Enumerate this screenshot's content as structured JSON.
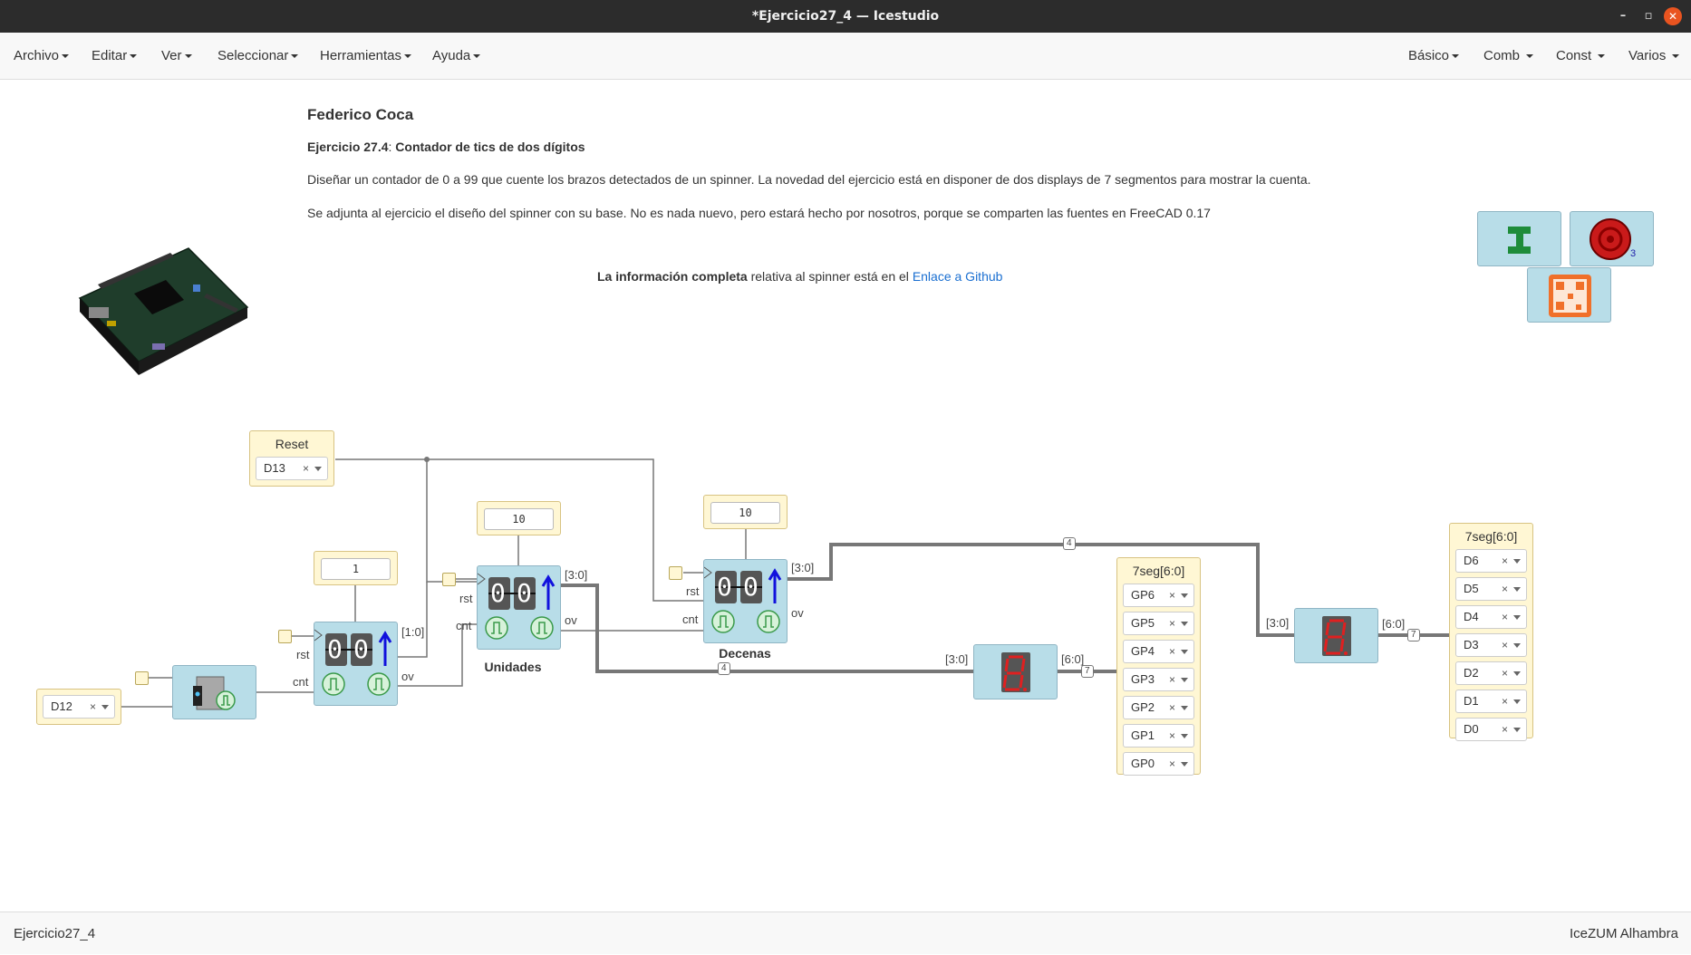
{
  "window": {
    "title": "*Ejercicio27_4 — Icestudio",
    "minimize_glyph": "–",
    "maximize_glyph": "▫",
    "close_glyph": "✕"
  },
  "menu": {
    "left": [
      "Archivo",
      "Editar",
      "Ver",
      "Seleccionar",
      "Herramientas",
      "Ayuda"
    ],
    "right": [
      "Básico",
      "Comb",
      "Const",
      "Varios"
    ]
  },
  "info": {
    "author": "Federico Coca",
    "exercise_bold": "Ejercicio 27.4",
    "exercise_sep": ": ",
    "exercise_title": "Contador de tics de dos dígitos",
    "para1": "Diseñar un contador de 0 a 99 que cuente los brazos detectados de un spinner. La novedad del ejercicio está en disponer de dos displays de 7 segmentos para mostrar la cuenta.",
    "para2": "Se adjunta al ejercicio el diseño del spinner con su base. No es nada nuevo, pero estará hecho por nosotros, porque se comparten las fuentes en FreeCAD 0.17",
    "line3_bold": "La información completa",
    "line3_text": " relativa al spinner está en el ",
    "line3_link": "Enlace a Github"
  },
  "badges": {
    "collection_count": "3",
    "icons": [
      "logo-icon",
      "collection-icon",
      "qr-icon"
    ]
  },
  "circuit": {
    "reset_input": {
      "label": "Reset",
      "pin": "D13",
      "clear": "×"
    },
    "sensor_input": {
      "pin": "D12",
      "clear": "×"
    },
    "const_units_lsb": "1",
    "const_units": "10",
    "const_tens": "10",
    "counter_small": {
      "digits": [
        "0",
        "0"
      ],
      "rst": "rst",
      "cnt": "cnt",
      "ov": "ov",
      "out": "[1:0]"
    },
    "counter_units": {
      "name": "Unidades",
      "digits": [
        "0",
        "0"
      ],
      "rst": "rst",
      "cnt": "cnt",
      "ov": "ov",
      "out": "[3:0]"
    },
    "counter_tens": {
      "name": "Decenas",
      "digits": [
        "0",
        "0"
      ],
      "rst": "rst",
      "cnt": "cnt",
      "ov": "ov",
      "out": "[3:0]"
    },
    "bus_width_label": "4",
    "seg_bus_label": "7",
    "display_units": {
      "in": "[3:0]",
      "out": "[6:0]"
    },
    "display_tens": {
      "in": "[3:0]",
      "out": "[6:0]"
    },
    "output_gp": {
      "title": "7seg[6:0]",
      "pins": [
        "GP6",
        "GP5",
        "GP4",
        "GP3",
        "GP2",
        "GP1",
        "GP0"
      ]
    },
    "output_d": {
      "title": "7seg[6:0]",
      "pins": [
        "D6",
        "D5",
        "D4",
        "D3",
        "D2",
        "D1",
        "D0"
      ]
    },
    "clear_glyph": "×"
  },
  "status": {
    "project": "Ejercicio27_4",
    "board": "IceZUM Alhambra"
  },
  "colors": {
    "titlebar": "#2c2c2c",
    "block": "#b8dde8",
    "io": "#fff7d4",
    "wire": "#777777",
    "close": "#e95420"
  }
}
